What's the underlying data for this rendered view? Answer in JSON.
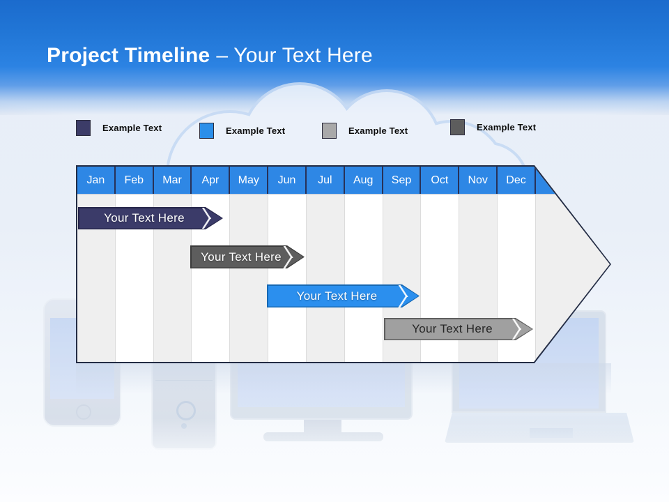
{
  "title": {
    "primary": "Project Timeline",
    "secondary": "– Your Text Here"
  },
  "legend": {
    "items": [
      {
        "label": "Example Text",
        "color": "#3c3c68"
      },
      {
        "label": "Example Text",
        "color": "#2b8fe9"
      },
      {
        "label": "Example Text",
        "color": "#a9a9a9"
      },
      {
        "label": "Example Text",
        "color": "#5d5d5d"
      }
    ]
  },
  "timeline": {
    "header_color": "#2e87e5",
    "months": [
      "Jan",
      "Feb",
      "Mar",
      "Apr",
      "May",
      "Jun",
      "Jul",
      "Aug",
      "Sep",
      "Oct",
      "Nov",
      "Dec"
    ],
    "bars": [
      {
        "label": "Your  Text Here",
        "color": "#3b3b69",
        "border": "#26264a",
        "text_color": "#ffffff"
      },
      {
        "label": "Your  Text Here",
        "color": "#5d5d5d",
        "border": "#3a3a3a",
        "text_color": "#ffffff"
      },
      {
        "label": "Your  Text Here",
        "color": "#2b8fee",
        "border": "#1668b3",
        "text_color": "#ffffff"
      },
      {
        "label": "Your  Text Here",
        "color": "#a0a0a0",
        "border": "#5f5f5f",
        "text_color": "#262626"
      }
    ]
  },
  "background": {
    "icons": [
      "cloud-icon",
      "smartphone-icon",
      "desktop-tower-icon",
      "monitor-icon",
      "laptop-icon"
    ]
  }
}
